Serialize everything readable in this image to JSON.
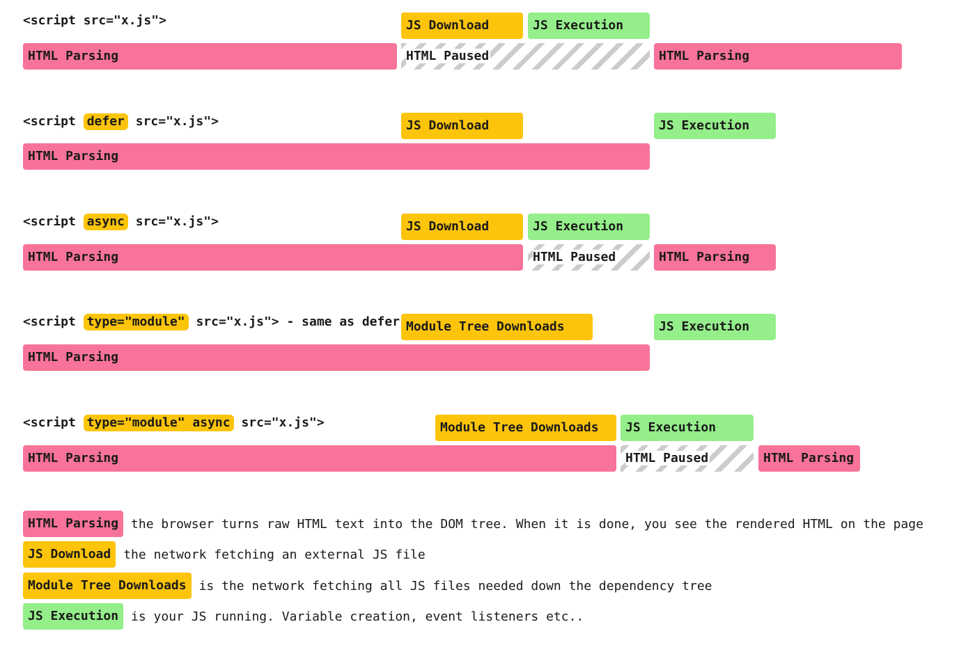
{
  "rows": [
    {
      "label": {
        "pre": "<script src=\"x.js\">",
        "tag": "",
        "post": ""
      },
      "bars": {
        "download": "JS Download",
        "execution": "JS Execution",
        "parsing1": "HTML Parsing",
        "paused": "HTML Paused",
        "parsing2": "HTML Parsing"
      }
    },
    {
      "label": {
        "pre": "<script",
        "tag": "defer",
        "post": "src=\"x.js\">"
      },
      "bars": {
        "download": "JS Download",
        "execution": "JS Execution",
        "parsing1": "HTML Parsing"
      }
    },
    {
      "label": {
        "pre": "<script",
        "tag": "async",
        "post": "src=\"x.js\">"
      },
      "bars": {
        "download": "JS Download",
        "execution": "JS Execution",
        "parsing1": "HTML Parsing",
        "paused": "HTML Paused",
        "parsing2": "HTML Parsing"
      }
    },
    {
      "label": {
        "pre": "<script",
        "tag": "type=\"module\"",
        "post": "src=\"x.js\"> - same as defer"
      },
      "bars": {
        "download": "Module Tree Downloads",
        "execution": "JS Execution",
        "parsing1": "HTML Parsing"
      }
    },
    {
      "label": {
        "pre": "<script",
        "tag": "type=\"module\" async",
        "post": "src=\"x.js\">"
      },
      "bars": {
        "download": "Module Tree Downloads",
        "execution": "JS Execution",
        "parsing1": "HTML Parsing",
        "paused": "HTML Paused",
        "parsing2": "HTML Parsing"
      }
    }
  ],
  "legend": [
    {
      "chip": "HTML Parsing",
      "color": "#f87399",
      "text": "the browser turns raw HTML text into the DOM tree. When it is done, you see the rendered HTML on the page"
    },
    {
      "chip": "JS Download",
      "color": "#fcc40a",
      "text": "the network fetching an external JS file"
    },
    {
      "chip": "Module Tree Downloads",
      "color": "#fcc40a",
      "text": "is the network fetching all JS files needed down the dependency tree"
    },
    {
      "chip": "JS Execution",
      "color": "#94ee8a",
      "text": "is your JS running. Variable creation, event listeners etc.."
    }
  ],
  "colors": {
    "parsing": "#f87399",
    "download": "#fcc40a",
    "execution": "#94ee8a",
    "hatch": "#cccccc"
  }
}
